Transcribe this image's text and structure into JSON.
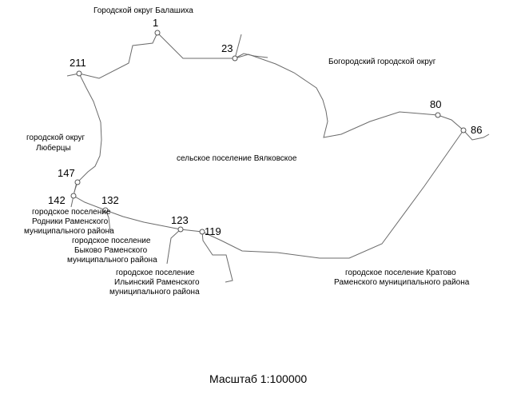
{
  "regions": {
    "balashikha": "Городской округ Балашиха",
    "bogorodsky": "Богородский городской округ",
    "lyubertsy": [
      "городской округ",
      "Люберцы"
    ],
    "vyalkovskoe": "сельское поселение Вялковское",
    "rodniki": [
      "городское поселение",
      "Родники Раменского",
      "муниципального района"
    ],
    "bykovo": [
      "городское поселение",
      "Быково Раменского",
      "муниципального района"
    ],
    "ilyinsky": [
      "городское поселение",
      "Ильинский Раменского",
      "муниципального района"
    ],
    "kratovo": [
      "городское поселение Кратово",
      "Раменского муниципального района"
    ]
  },
  "points": [
    "1",
    "23",
    "211",
    "80",
    "86",
    "147",
    "142",
    "132",
    "123",
    "119"
  ],
  "scale": "Масштаб 1:100000",
  "colors": {
    "line": "#6b6b6b",
    "text": "#000000",
    "background": "#ffffff"
  }
}
